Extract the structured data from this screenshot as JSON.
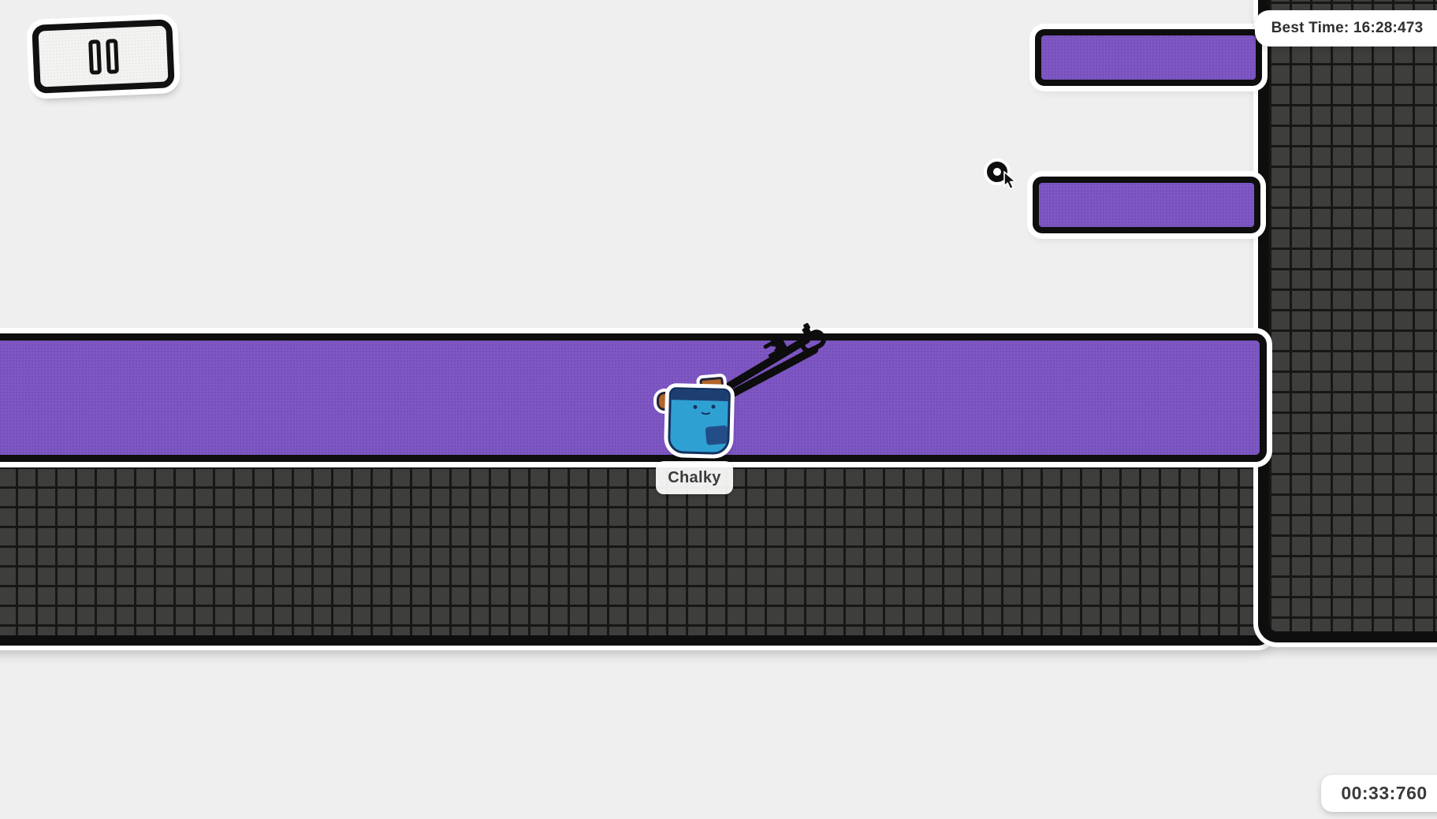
{
  "hud": {
    "pause": {
      "icon": "pause-icon"
    },
    "best_time": {
      "text": "Best Time: 16:28:473"
    },
    "timer": {
      "text": "00:33:760"
    }
  },
  "player": {
    "name": "Chalky",
    "icon": "chalk-bag-character"
  },
  "icons": [
    "pause-icon",
    "grapple-ball-icon",
    "cursor-icon",
    "grapple-strap-icon",
    "carabiner-icon",
    "buckle-icon"
  ],
  "colors": {
    "background": "#efeff0",
    "platform_purple": "#7e57c4",
    "outline_black": "#0e0e0e",
    "sticker_white": "#ffffff",
    "ground_fill": "#3e3e3c",
    "ground_line": "#171715",
    "chalky_blue": "#2fa0d2",
    "chalky_navy": "#1e3e72",
    "chalky_orange": "#b46428",
    "hud_text": "#2f2f2f"
  }
}
